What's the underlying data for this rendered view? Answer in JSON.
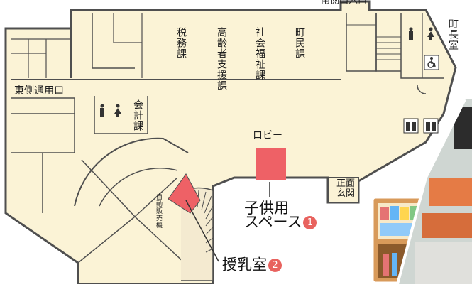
{
  "colors": {
    "floor": "#fbf3d6",
    "wall": "#4f4f4f",
    "highlight": "#ee6166",
    "badge": "#e8625e",
    "shelf_wood": "#d89a5a",
    "photo_bg": "#cfd6d2"
  },
  "map": {
    "south_entrance": "南側出入口",
    "east_entrance": "東側通用口",
    "tax_dept": "税務課",
    "elderly_support_dept": "高齢者支援課",
    "social_welfare_dept": "社会福祉課",
    "citizens_dept": "町民課",
    "mayor_room": "町長室",
    "accounting_dept": "会計課",
    "lobby": "ロビー",
    "front_entrance": "正面玄関",
    "vending_machine": "自動販売機",
    "kids_space_line1": "子供用",
    "kids_space_line2": "スペース",
    "kids_space_num": "1",
    "nursing_room": "授乳室",
    "nursing_room_num": "2"
  },
  "icons": [
    "male-toilet-icon",
    "female-toilet-icon",
    "wheelchair-icon",
    "elevator-icon",
    "stairs-icon"
  ]
}
